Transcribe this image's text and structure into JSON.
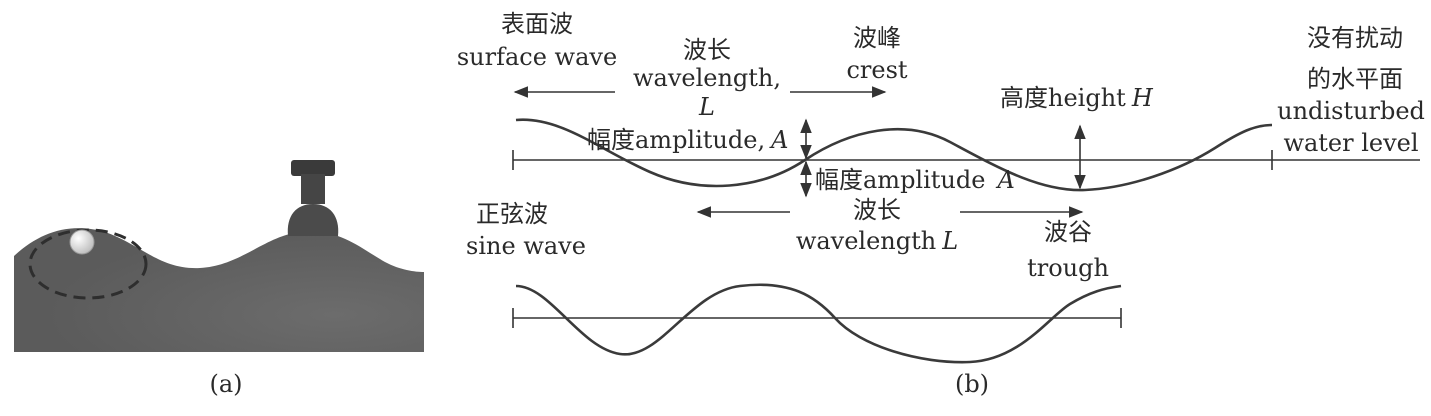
{
  "panel_a": {
    "caption": "(a)"
  },
  "panel_b": {
    "caption": "(b)",
    "labels": {
      "surface_wave_zh": "表面波",
      "surface_wave_en": "surface wave",
      "wavelength_top_zh": "波长",
      "wavelength_top_en": "wavelength,",
      "wavelength_top_sym": "L",
      "crest_zh": "波峰",
      "crest_en": "crest",
      "undisturbed_zh1": "没有扰动",
      "undisturbed_zh2": "的水平面",
      "undisturbed_en1": "undisturbed",
      "undisturbed_en2": "water level",
      "height_zh": "高度height",
      "height_sym": "H",
      "amp_top_zh": "幅度amplitude,",
      "amp_top_sym": "A",
      "amp_bot_zh": "幅度amplitude",
      "amp_bot_sym": "A",
      "sine_zh": "正弦波",
      "sine_en": "sine wave",
      "wavelength_bot_zh": "波长",
      "wavelength_bot_en": "wavelength",
      "wavelength_bot_sym": "L",
      "trough_zh": "波谷",
      "trough_en": "trough"
    }
  },
  "colors": {
    "water_dark": "#5a5a5a",
    "water_light": "#7a7a7a",
    "line": "#333333"
  }
}
